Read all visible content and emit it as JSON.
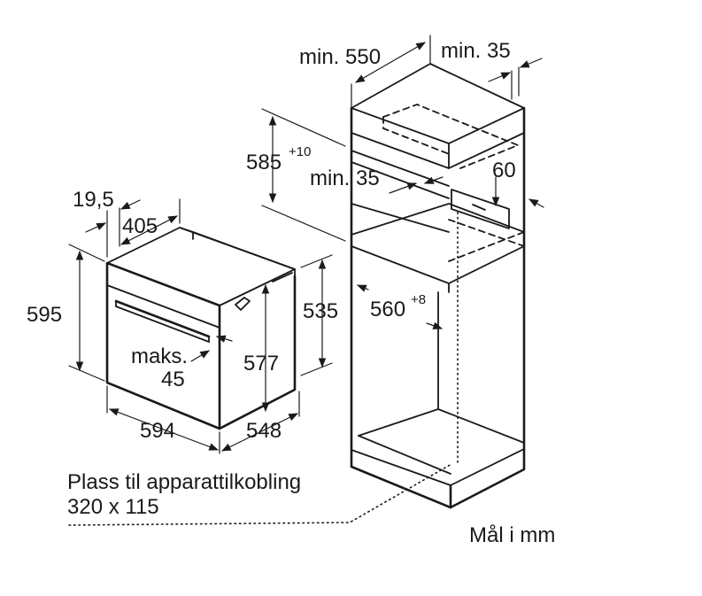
{
  "dimensions": {
    "width_niche_depth": "min. 550",
    "back_gap": "min. 35",
    "niche_height_value": "585",
    "niche_height_tolerance": "+10",
    "vent_gap": "min. 35",
    "vent_height": "60",
    "front_offset": "19,5",
    "depth_top": "405",
    "height_total": "595",
    "height_body": "535",
    "height_inner": "577",
    "niche_width_value": "560",
    "niche_width_tolerance": "+8",
    "handle_label": "maks.",
    "handle_value": "45",
    "width_total": "594",
    "depth_total": "548"
  },
  "notes": {
    "connection_line1": "Plass til apparattilkobling",
    "connection_line2": "320 x 115",
    "units": "Mål i mm"
  },
  "colors": {
    "line": "#1a1a1a",
    "background": "#ffffff"
  }
}
